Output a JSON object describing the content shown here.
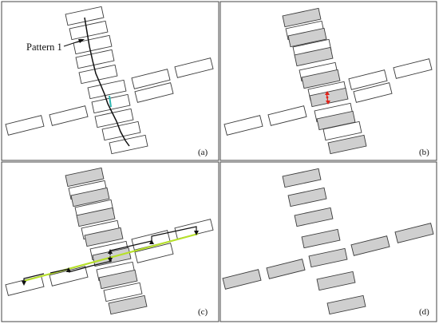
{
  "figure": {
    "panels": [
      {
        "id": "a",
        "label": "(a)"
      },
      {
        "id": "b",
        "label": "(b)"
      },
      {
        "id": "c",
        "label": "(c)"
      },
      {
        "id": "d",
        "label": "(d)"
      }
    ],
    "callout": "Pattern 1"
  },
  "colors": {
    "rect_fill_gray": "#cfcfcf",
    "outline": "#3a3a3a",
    "path_black": "#111111",
    "path_teal": "#2bb5b0",
    "marker_red": "#e2231a",
    "line_yellow_green": "#b6e02a"
  }
}
